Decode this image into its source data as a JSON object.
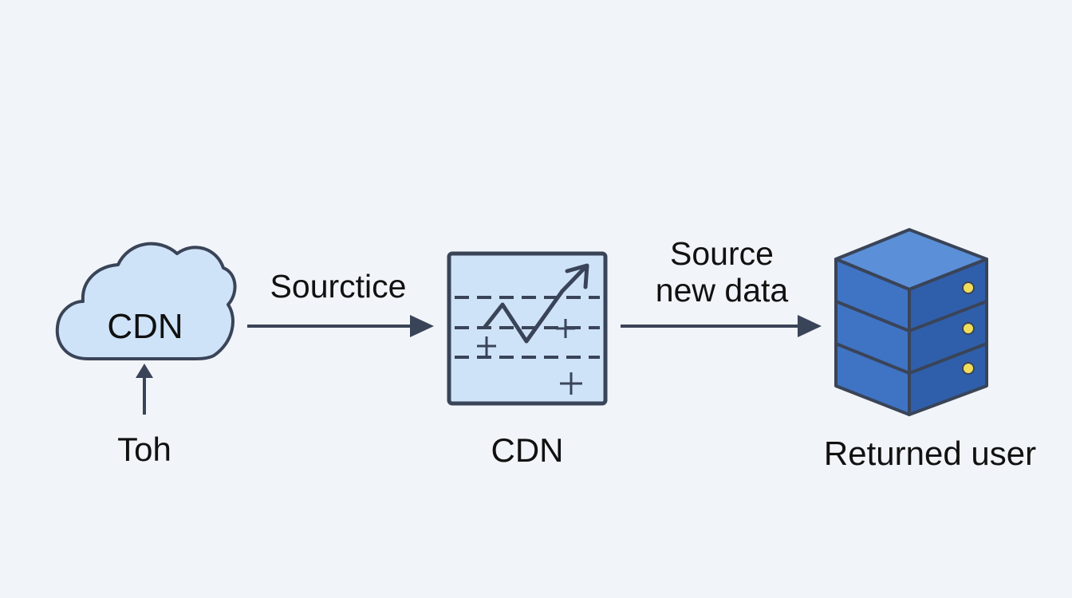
{
  "colors": {
    "background": "#f1f4f8",
    "stroke": "#3a4458",
    "cloud_fill": "#cfe3f8",
    "panel_fill": "#cfe3f8",
    "server_top": "#5b8fd8",
    "server_left": "#3f73c4",
    "server_right": "#2f5fab",
    "server_light": "#f2dd5a",
    "text": "#111111"
  },
  "nodes": {
    "cloud": {
      "label": "CDN",
      "icon": "cloud-icon"
    },
    "source": {
      "label": "Toh"
    },
    "cdn_panel": {
      "label": "CDN",
      "icon": "trend-chart-icon"
    },
    "server": {
      "label": "Returned user",
      "icon": "server-icon"
    }
  },
  "edges": {
    "cloud_to_panel": {
      "label": "Sourctice"
    },
    "panel_to_server": {
      "line1": "Source",
      "line2": "new data"
    }
  }
}
